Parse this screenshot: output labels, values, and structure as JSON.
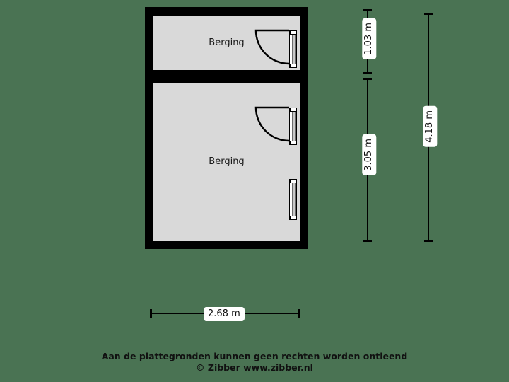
{
  "plan": {
    "rooms": [
      {
        "name": "Berging"
      },
      {
        "name": "Berging"
      }
    ],
    "openings": [
      {
        "type": "door",
        "name": "door-upper-left"
      },
      {
        "type": "door",
        "name": "door-lower-left"
      },
      {
        "type": "window",
        "name": "window-lower-left"
      }
    ]
  },
  "dimensions": {
    "vertical": [
      {
        "label": "1.03 m",
        "value": 1.03,
        "unit": "m"
      },
      {
        "label": "3.05 m",
        "value": 3.05,
        "unit": "m"
      },
      {
        "label": "4.18 m",
        "value": 4.18,
        "unit": "m"
      }
    ],
    "horizontal": [
      {
        "label": "2.68 m",
        "value": 2.68,
        "unit": "m"
      }
    ]
  },
  "footer": {
    "disclaimer": "Aan de plattegronden kunnen geen rechten worden ontleend",
    "copyright": "© Zibber www.zibber.nl"
  },
  "colors": {
    "background": "#4a7353",
    "wall": "#000000",
    "room_fill": "#d9d9d9",
    "label_background": "#ffffff",
    "text": "#111111"
  }
}
